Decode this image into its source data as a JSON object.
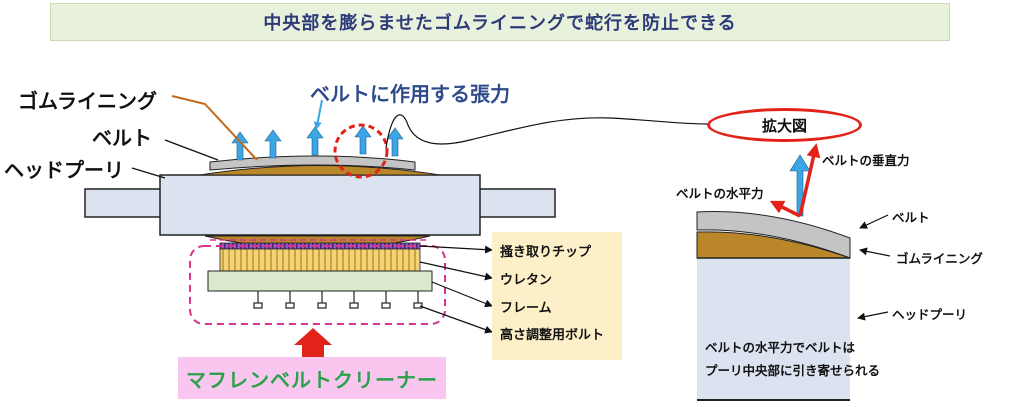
{
  "banner": {
    "title": "中央部を膨らませたゴムライニングで蛇行を防止できる"
  },
  "labels": {
    "rubber_lining": "ゴムライニング",
    "belt": "ベルト",
    "head_pulley": "ヘッドプーリ",
    "belt_tension": "ベルトに作用する張力"
  },
  "legend": {
    "scraper_tips": "掻き取りチップ",
    "urethane": "ウレタン",
    "frame": "フレーム",
    "height_bolt": "高さ調整用ボルト"
  },
  "cleaner": {
    "title": "マフレンベルトクリーナー"
  },
  "zoom": {
    "title": "拡大図",
    "vertical_force": "ベルトの垂直力",
    "horizontal_force": "ベルトの水平力",
    "belt": "ベルト",
    "rubber_lining": "ゴムライニング",
    "head_pulley": "ヘッドプーリ",
    "caption_line1": "ベルトの水平力でベルトは",
    "caption_line2": "プーリ中央部に引き寄せられる"
  },
  "colors": {
    "banner_bg": "#e8f1dc",
    "banner_text": "#2d3b78",
    "pulley": "#dbe3f1",
    "belt": "#c4c4c4",
    "rubber": "#b9862a",
    "arrow_blue": "#3aa6e6",
    "highlight_red": "#e2231a",
    "cleaner_pink": "#f8c6ef",
    "cleaner_text": "#2aa14a",
    "legend_bg": "#fdf0c8",
    "frame_green": "#dce9cf",
    "urethane_yellow": "#f3d37a",
    "scraper_purple": "#7a3da6"
  }
}
